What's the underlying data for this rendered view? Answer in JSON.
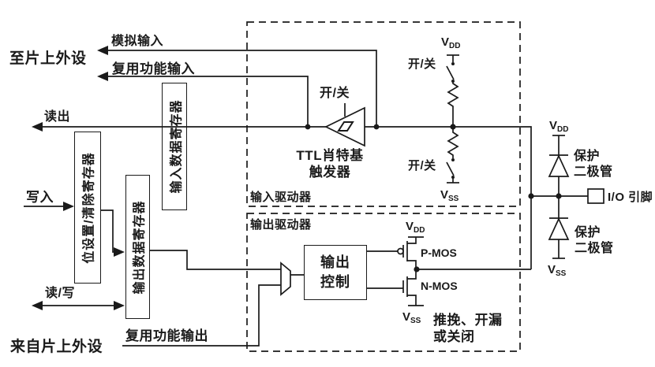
{
  "labels": {
    "to_peripheral": "至片上外设",
    "from_peripheral": "来自片上外设",
    "analog_input": "模拟输入",
    "alt_func_input": "复用功能输入",
    "read_out": "读出",
    "write_in": "写入",
    "read_write": "读/写",
    "alt_func_output": "复用功能输出"
  },
  "registers": {
    "bit_set_clear": "位设置/清除寄存器",
    "output_data": "输出数据寄存器",
    "input_data": "输入数据寄存器"
  },
  "input_driver": {
    "section_label": "输入驱动器",
    "schmitt_on_off": "开/关",
    "schmitt_line1": "TTL肖特基",
    "schmitt_line2": "触发器",
    "pullup_on_off": "开/关",
    "pulldown_on_off": "开/关"
  },
  "output_driver": {
    "section_label": "输出驱动器",
    "control_line1": "输出",
    "control_line2": "控制",
    "pmos": "P-MOS",
    "nmos": "N-MOS",
    "mode_line1": "推挽、开漏",
    "mode_line2": "或关闭"
  },
  "rails": {
    "v": "V",
    "dd": "DD",
    "ss": "SS"
  },
  "pin_area": {
    "io_pin": "I/O 引脚",
    "diode_line1": "保护",
    "diode_line2": "二极管"
  },
  "colors": {
    "ink": "#1a1a1a",
    "bg": "#ffffff"
  }
}
